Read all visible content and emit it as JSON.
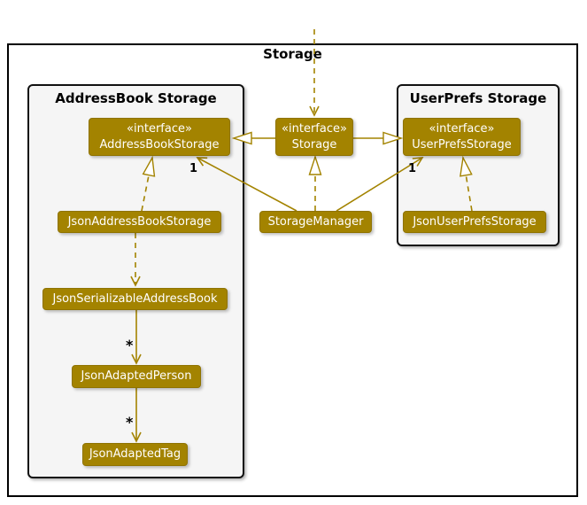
{
  "diagram": {
    "frame_title": "Storage",
    "packages": {
      "addressbook": {
        "title": "AddressBook Storage"
      },
      "userprefs": {
        "title": "UserPrefs Storage"
      }
    },
    "classes": {
      "storage_interface": {
        "stereotype": "«interface»",
        "name": "Storage"
      },
      "addressbook_storage_interface": {
        "stereotype": "«interface»",
        "name": "AddressBookStorage"
      },
      "userprefs_storage_interface": {
        "stereotype": "«interface»",
        "name": "UserPrefsStorage"
      },
      "storage_manager": {
        "name": "StorageManager"
      },
      "json_addressbook_storage": {
        "name": "JsonAddressBookStorage"
      },
      "json_userprefs_storage": {
        "name": "JsonUserPrefsStorage"
      },
      "json_serializable_addressbook": {
        "name": "JsonSerializableAddressBook"
      },
      "json_adapted_person": {
        "name": "JsonAdaptedPerson"
      },
      "json_adapted_tag": {
        "name": "JsonAdaptedTag"
      }
    },
    "multiplicities": {
      "manager_to_addressbook": "1",
      "manager_to_userprefs": "1",
      "serializable_to_person": "*",
      "person_to_tag": "*"
    },
    "colors": {
      "class_fill": "#A38300",
      "edge": "#A38300",
      "class_text": "#FFFFFF",
      "package_fill": "#F5F5F5",
      "package_border": "#000000",
      "frame_border": "#000000"
    }
  }
}
